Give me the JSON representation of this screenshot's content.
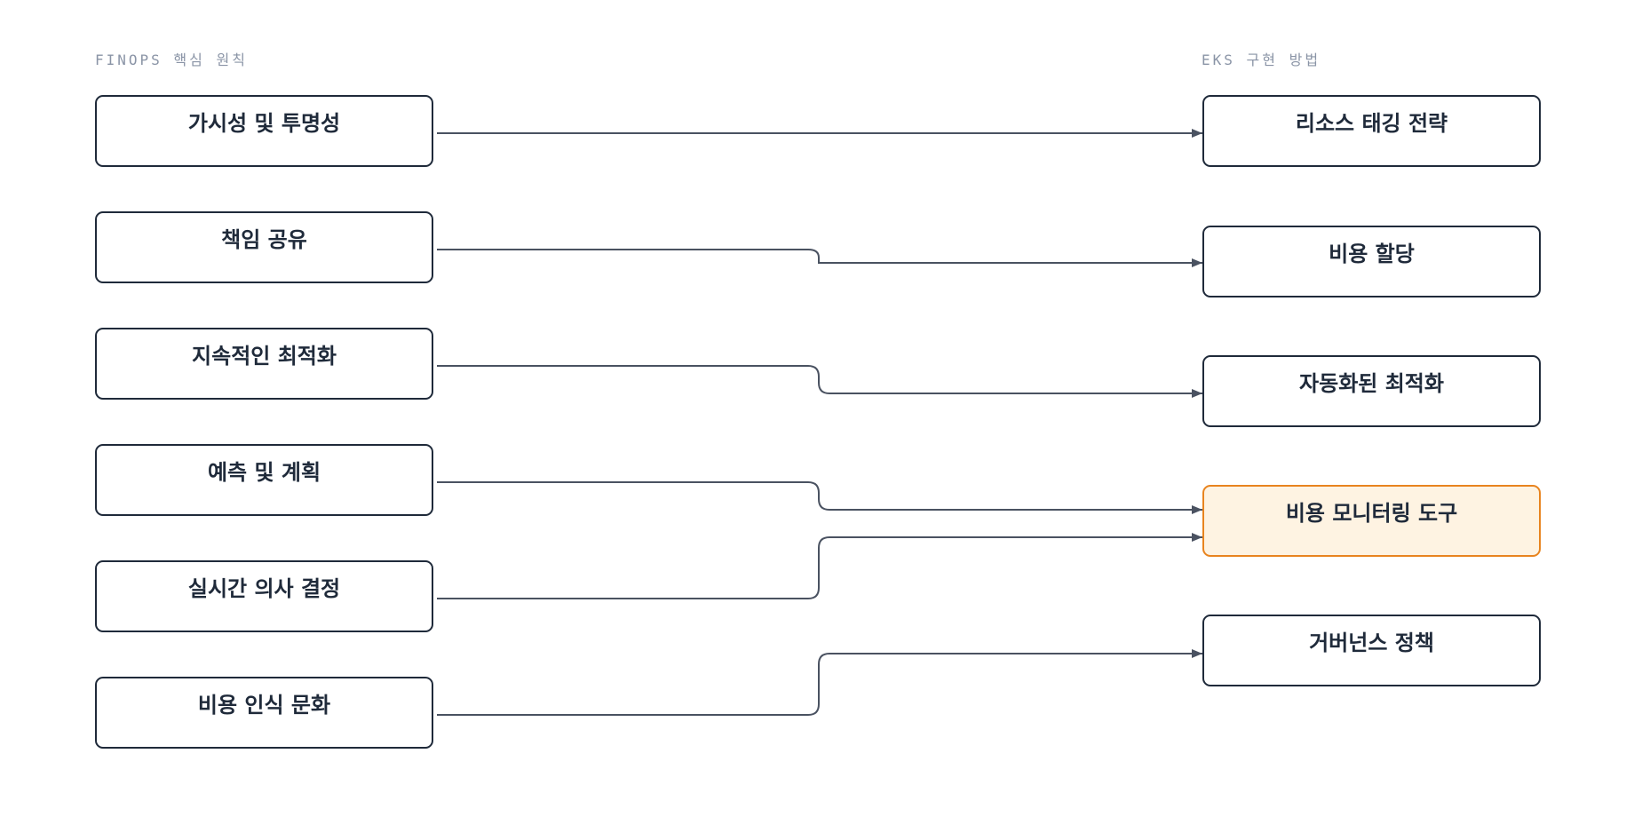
{
  "diagram": {
    "left_heading": "FINOPS 핵심 원칙",
    "right_heading": "EKS 구현 방법",
    "principles": [
      {
        "id": "p1",
        "label": "가시성 및 투명성"
      },
      {
        "id": "p2",
        "label": "책임 공유"
      },
      {
        "id": "p3",
        "label": "지속적인 최적화"
      },
      {
        "id": "p4",
        "label": "예측 및 계획"
      },
      {
        "id": "p5",
        "label": "실시간 의사 결정"
      },
      {
        "id": "p6",
        "label": "비용 인식 문화"
      }
    ],
    "implementations": [
      {
        "id": "i1",
        "label": "리소스 태깅 전략"
      },
      {
        "id": "i2",
        "label": "비용 할당"
      },
      {
        "id": "i3",
        "label": "자동화된 최적화"
      },
      {
        "id": "i4",
        "label": "비용 모니터링 도구",
        "highlighted": true
      },
      {
        "id": "i5",
        "label": "거버넌스 정책"
      }
    ],
    "links": [
      {
        "from": "p1",
        "to": "i1"
      },
      {
        "from": "p2",
        "to": "i2"
      },
      {
        "from": "p3",
        "to": "i3"
      },
      {
        "from": "p4",
        "to": "i4"
      },
      {
        "from": "p5",
        "to": "i4"
      },
      {
        "from": "p6",
        "to": "i5"
      }
    ],
    "colors": {
      "node_border": "#1f2a3a",
      "highlight_border": "#e8841f",
      "highlight_fill": "#fef3e2",
      "link": "#4a5261",
      "heading": "#8a94a6"
    }
  }
}
